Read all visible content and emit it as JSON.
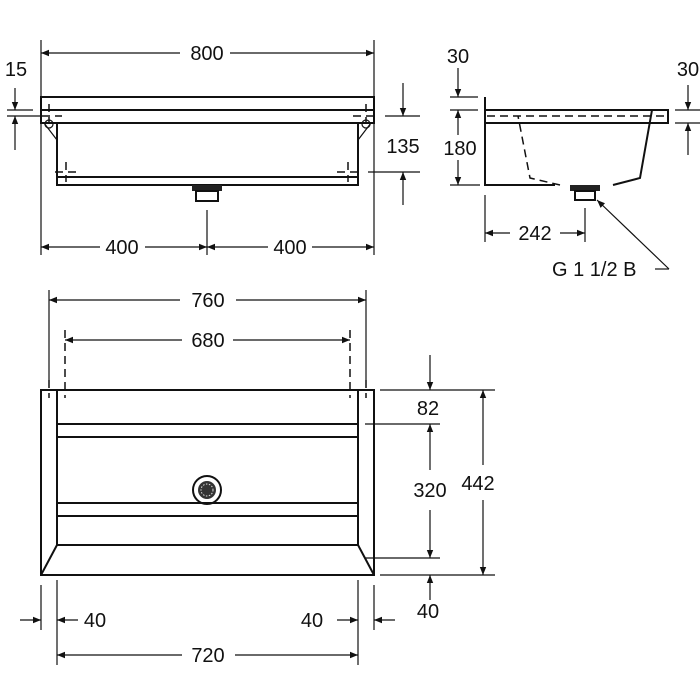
{
  "front_view": {
    "width": "800",
    "rim": "15",
    "depth": "135",
    "left_half": "400",
    "right_half": "400"
  },
  "side_view": {
    "top": "30",
    "rim": "30",
    "height": "180",
    "drain_offset": "242",
    "drain_thread": "G 1 1/2 B"
  },
  "plan_view": {
    "outer_width": "760",
    "inner_width": "680",
    "back": "82",
    "bowl": "320",
    "depth": "442",
    "front": "40",
    "left_edge": "40",
    "right_edge": "40",
    "bottom_width": "720"
  }
}
